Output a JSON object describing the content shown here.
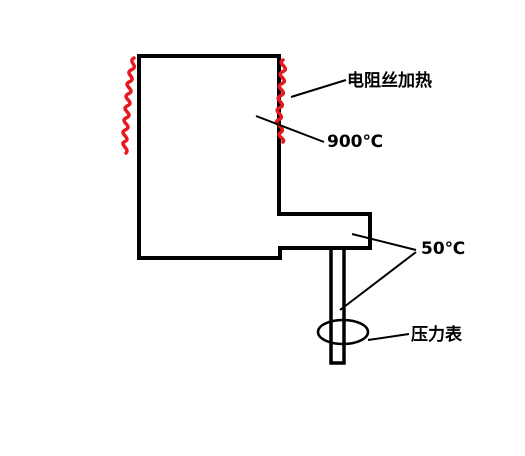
{
  "labels": {
    "heater": "电阻丝加热",
    "temp_high": "900℃",
    "temp_low": "50℃",
    "pressure_gauge": "压力表"
  },
  "colors": {
    "outline": "#000000",
    "heating_wire": "#e8191e",
    "background": "#ffffff"
  }
}
